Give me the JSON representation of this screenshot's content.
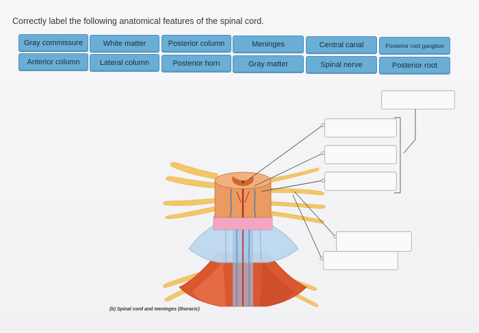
{
  "question": "Correctly label the following anatomical features of the spinal cord.",
  "labels_row1": [
    "Gray commissure",
    "White matter",
    "Posterior column",
    "Meninges",
    "Central canal",
    "Posterior root ganglion"
  ],
  "labels_row2": [
    "Anterior column",
    "Lateral column",
    "Posterior horn",
    "Gray matter",
    "Spinal nerve",
    "Posterior root"
  ],
  "figure_caption": "(b) Spinal cord and meninges (thoracic)",
  "drop_targets": [
    "",
    "",
    "",
    "",
    "",
    ""
  ],
  "colors": {
    "chip_fill": "#6aaed6",
    "chip_border": "#4a8fbb",
    "nerve": "#f3c766",
    "cord_orange": "#e8804c",
    "pia_pink": "#f2a6c2",
    "arachnoid_blue": "#a9cbe8",
    "dura_orange": "#d9582f"
  }
}
